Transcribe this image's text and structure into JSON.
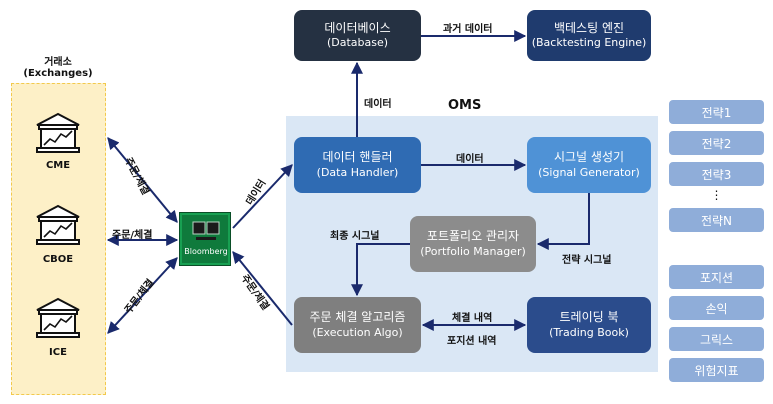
{
  "exchanges": {
    "title": "거래소",
    "subtitle": "(Exchanges)",
    "items": [
      "CME",
      "CBOE",
      "ICE"
    ]
  },
  "bloomberg": {
    "label": "Bloomberg"
  },
  "oms": {
    "title": "OMS"
  },
  "nodes": {
    "database": {
      "line1": "데이터베이스",
      "line2": "(Database)"
    },
    "backtest": {
      "line1": "백테스팅 엔진",
      "line2": "(Backtesting Engine)"
    },
    "data_handler": {
      "line1": "데이터 핸들러",
      "line2": "(Data Handler)"
    },
    "signal_generator": {
      "line1": "시그널 생성기",
      "line2": "(Signal Generator)"
    },
    "portfolio_manager": {
      "line1": "포트폴리오 관리자",
      "line2": "(Portfolio Manager)"
    },
    "execution_algo": {
      "line1": "주문 체결 알고리즘",
      "line2": "(Execution Algo)"
    },
    "trading_book": {
      "line1": "트레이딩 북",
      "line2": "(Trading Book)"
    }
  },
  "edges": {
    "past_data": "과거 데이터",
    "data_up": "데이터",
    "data_right": "데이터",
    "final_signal": "최종 시그널",
    "strategy_signal": "전략 시그널",
    "fill_detail": "체결 내역",
    "position_detail": "포지션 내역",
    "order_fill_cme": "주문/체결",
    "order_fill_cboe": "주문/체결",
    "order_fill_ice": "주문/체결",
    "data_bb": "데이터",
    "order_fill_bb": "주문/체결"
  },
  "strategies": [
    "전략1",
    "전략2",
    "전략3",
    "⋮",
    "전략N"
  ],
  "book_items": [
    "포지션",
    "손익",
    "그릭스",
    "위험지표"
  ],
  "colors": {
    "dark": "#253142",
    "navy": "#1f3b6e",
    "blue": "#2f6bb3",
    "light_blue": "#4f92d6",
    "gray": "#8c8c8c",
    "side_box": "#8fadd9",
    "oms_bg": "#dae7f5",
    "exchange_bg": "#fdf0c7",
    "exchange_border": "#f2c94c",
    "arrow": "#1a2a6c"
  }
}
